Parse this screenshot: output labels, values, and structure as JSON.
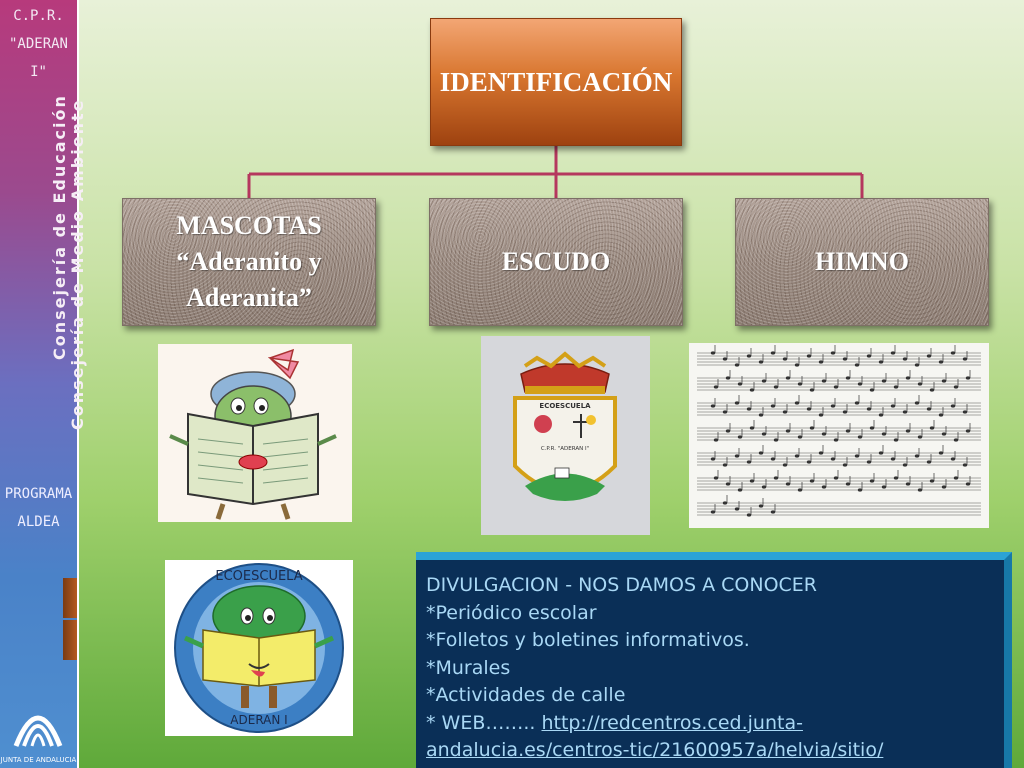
{
  "sidebar": {
    "cpr_line1": "C.P.R.",
    "cpr_line2": "\"ADERAN I\"",
    "vertical_line1": "Consejería de Educación",
    "vertical_line2": "Consejería de Medio Ambiente",
    "programa_line1": "PROGRAMA",
    "programa_line2": "ALDEA",
    "junta": "JUNTA DE ANDALUCIA"
  },
  "chart": {
    "top": "IDENTIFICACIÓN",
    "mascotas_line1": "MASCOTAS",
    "mascotas_line2": "“Aderanito y",
    "mascotas_line3": "Aderanita”",
    "escudo": "ESCUDO",
    "himno": "HIMNO"
  },
  "images": {
    "shield_top_text": "ECOESCUELA",
    "shield_sub_text": "C.P.R. \"ADERAN I\"",
    "eco_top_text": "ECOESCUELA",
    "eco_bottom_text": "ADERAN I"
  },
  "info": {
    "line1": "DIVULGACION - NOS DAMOS A CONOCER",
    "line2": "*Periódico escolar",
    "line3": "*Folletos y boletines informativos.",
    "line4": "*Murales",
    "line5": "*Actividades de calle",
    "line6_prefix": "* WEB…….. ",
    "link_part1": "http://redcentros.ced.junta-",
    "link_part2": "andalucia.es/centros-tic/21600957a/helvia/sitio/"
  },
  "colors": {
    "connector": "#b5375e",
    "panel_bg": "#0a2f57",
    "panel_border": "#2ba3d6",
    "panel_text": "#a9d8f5"
  }
}
